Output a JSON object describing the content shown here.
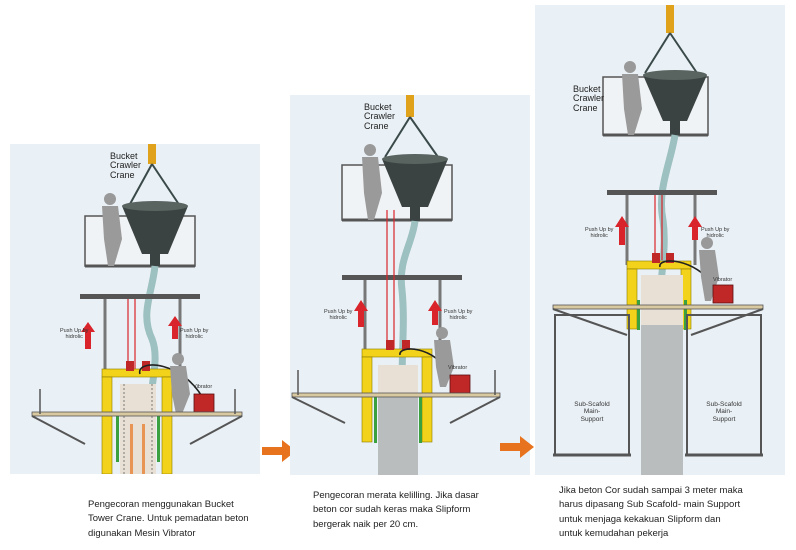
{
  "colors": {
    "sky": "#eaf1f6",
    "yellow": "#f2d21a",
    "steel": "#4a4a4a",
    "concrete": "#b9bdbd",
    "hose": "#9dc0c0",
    "push_arrow": "#d8242a",
    "step_arrow": "#e8731e",
    "vibrator": "#c02828"
  },
  "labels": {
    "bucket": "Bucket",
    "crawler": "Crawler",
    "crane": "Crane",
    "push_up_line1": "Push Up by",
    "push_up_line2": "hidrolic",
    "vibrator": "Vibrator",
    "sub_scafold_1": "Sub-Scafold",
    "sub_scafold_2": "Main-",
    "sub_scafold_3": "Support"
  },
  "captions": {
    "step1_line1": "Pengecoran menggunakan Bucket",
    "step1_line2": "Tower Crane. Untuk pemadatan beton",
    "step1_line3": "digunakan Mesin Vibrator",
    "step2_line1": "Pengecoran merata kelilling. Jika dasar",
    "step2_line2": "beton cor sudah keras maka  Slipform",
    "step2_line3": "bergerak naik per 20 cm.",
    "step3_line1": "Jika beton Cor sudah sampai 3 meter maka",
    "step3_line2": "harus dipasang Sub Scafold- main Support",
    "step3_line3": "untuk menjaga kekakuan Slipform dan",
    "step3_line4": "untuk kemudahan pekerja"
  }
}
